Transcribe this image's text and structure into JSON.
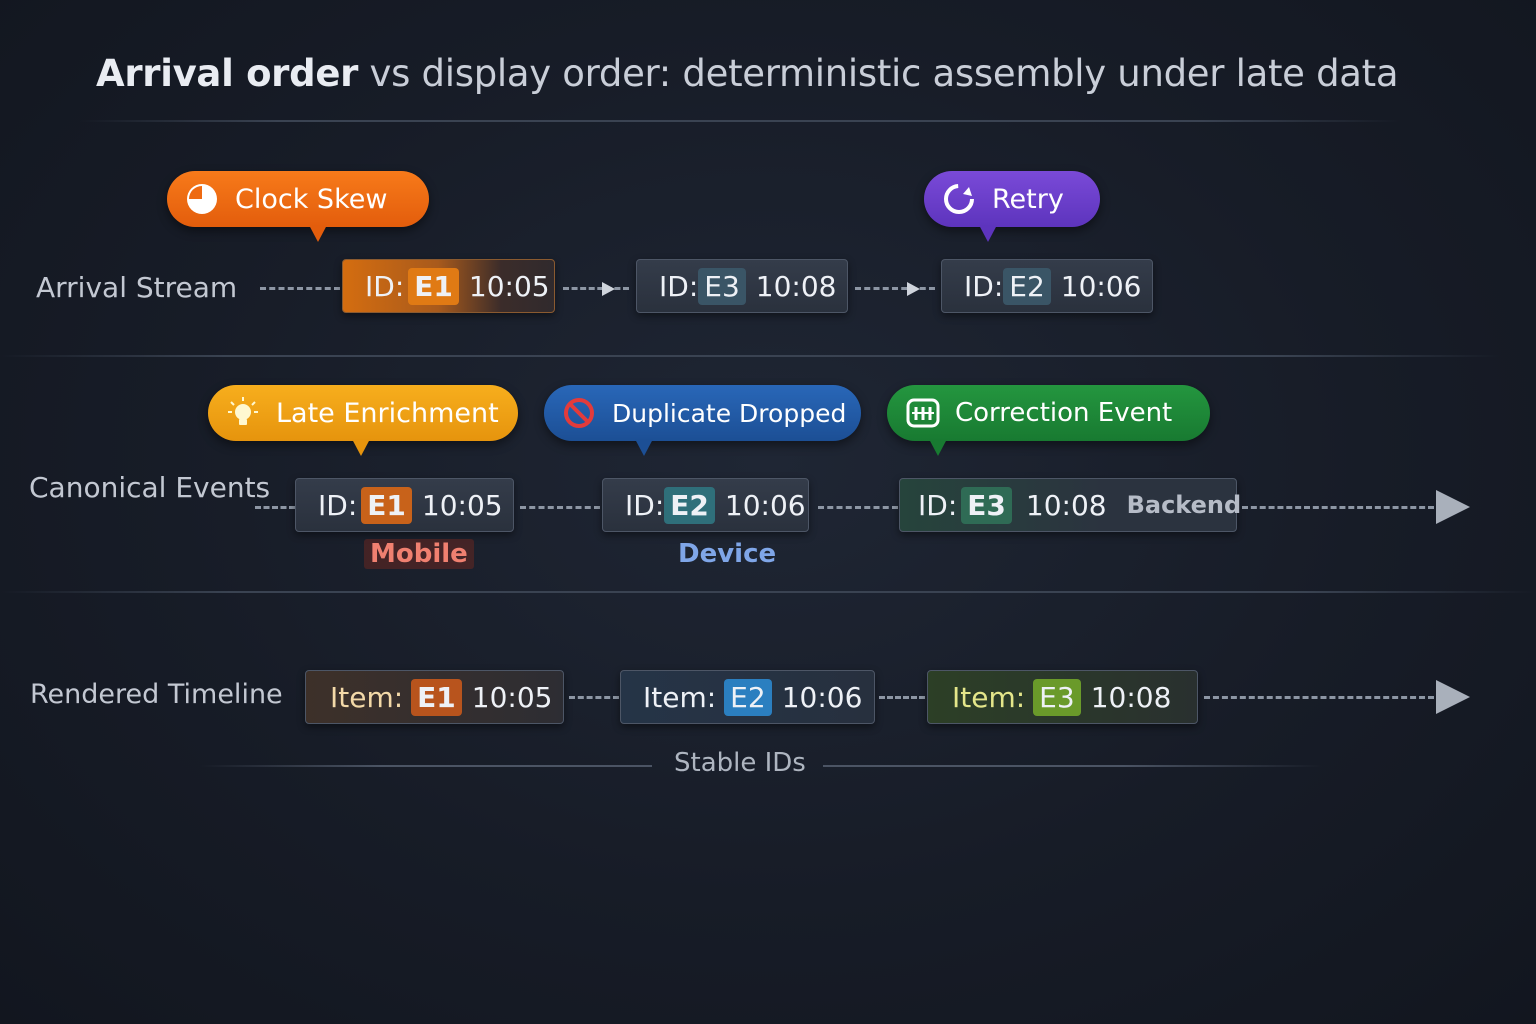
{
  "title": {
    "part1": "Arrival order",
    "part2": " vs display order: deterministic assembly under late data"
  },
  "rows": {
    "arrival": {
      "label": "Arrival Stream",
      "items": [
        {
          "prefix": "ID:",
          "id": "E1",
          "time": "10:05"
        },
        {
          "prefix": "ID:",
          "id": "E3",
          "time": "10:08"
        },
        {
          "prefix": "ID:",
          "id": "E2",
          "time": "10:06"
        }
      ]
    },
    "canonical": {
      "label": "Canonical Events",
      "items": [
        {
          "prefix": "ID:",
          "id": "E1",
          "time": "10:05",
          "source": "Mobile"
        },
        {
          "prefix": "ID:",
          "id": "E2",
          "time": "10:06",
          "source": "Device"
        },
        {
          "prefix": "ID:",
          "id": "E3",
          "time": "10:08",
          "source": "Backend"
        }
      ]
    },
    "rendered": {
      "label": "Rendered Timeline",
      "items": [
        {
          "prefix": "Item:",
          "id": "E1",
          "time": "10:05"
        },
        {
          "prefix": "Item:",
          "id": "E2",
          "time": "10:06"
        },
        {
          "prefix": "Item:",
          "id": "E3",
          "time": "10:08"
        }
      ]
    }
  },
  "callouts": {
    "clock_skew": {
      "label": "Clock Skew",
      "color": "#ee6a12",
      "icon": "clock-icon"
    },
    "retry": {
      "label": "Retry",
      "color": "#6a3fc9",
      "icon": "refresh-icon"
    },
    "late_enrichment": {
      "label": "Late Enrichment",
      "color": "#f0a012",
      "icon": "lightbulb-icon"
    },
    "duplicate_dropped": {
      "label": "Duplicate Dropped",
      "color": "#1f5fae",
      "icon": "blocked-icon"
    },
    "correction_event": {
      "label": "Correction Event",
      "color": "#1f8a3c",
      "icon": "correction-icon"
    }
  },
  "footer": {
    "stable_ids": "Stable IDs"
  },
  "colors": {
    "e1": "#e07a14",
    "e2": "#2e7fc2",
    "e3": "#7cae2a",
    "mobile": "#f08070",
    "device": "#7fa6e8"
  }
}
